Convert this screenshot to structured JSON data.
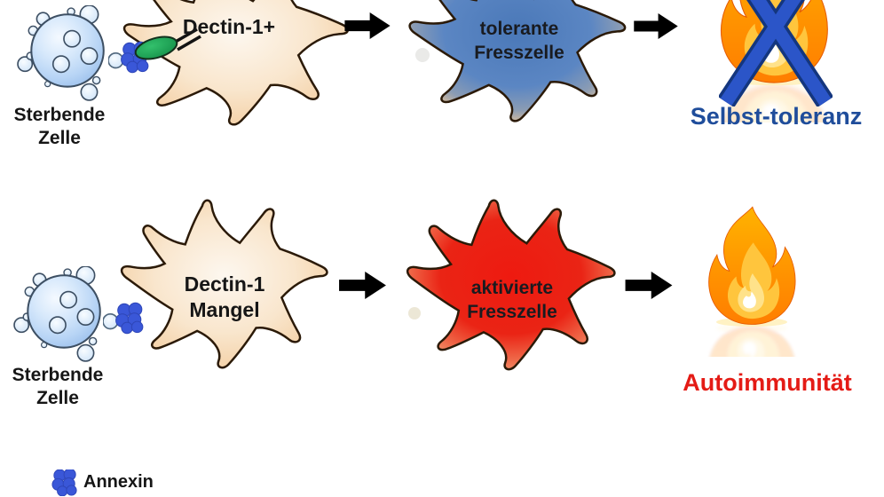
{
  "figure": {
    "rows": [
      {
        "dying_cell_label": [
          "Sterbende",
          "Zelle"
        ],
        "receptor_label": "Dectin-1+",
        "phagocyte_label": [
          "tolerante",
          "Fresszelle"
        ],
        "outcome_label": "Selbst-toleranz"
      },
      {
        "dying_cell_label": [
          "Sterbende",
          "Zelle"
        ],
        "receptor_label": [
          "Dectin-1",
          "Mangel"
        ],
        "phagocyte_label": [
          "aktivierte",
          "Fresszelle"
        ],
        "outcome_label": "Autoimmunität"
      }
    ],
    "legend": {
      "annexin_label": "Annexin"
    }
  },
  "colors": {
    "resting_phagocyte": "#f6d2a6",
    "tolerant_phagocyte": "#5b84c0",
    "activated_phagocyte": "#e82015",
    "dying_cell": "#aacdf2",
    "annexin": "#3a57d8",
    "dectin_receptor": "#1fa455",
    "tolerance_text": "#1f4d9b",
    "autoimmunity_text": "#e41b15",
    "cross": "#2b55c8",
    "arrow": "#000000",
    "flame": "#ff9100"
  }
}
